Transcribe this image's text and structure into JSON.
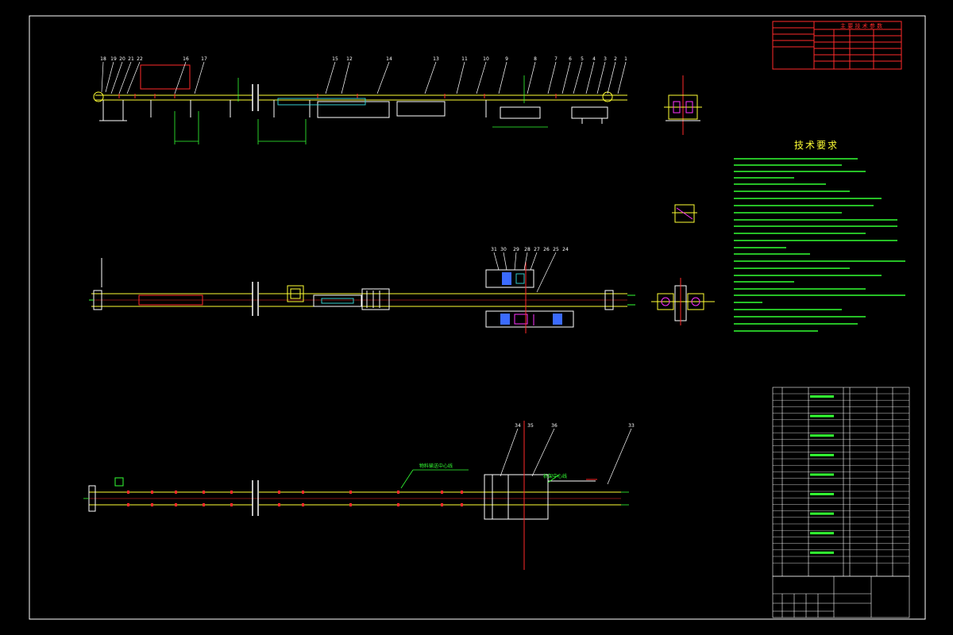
{
  "drawing": {
    "tech_title": "技术要求",
    "stamp_header": "主 要 技 术 参 数",
    "view_labels": {
      "label_a": "物料输送中心线",
      "label_b": "机架中心线"
    },
    "balloons_top": [
      "18",
      "19",
      "20",
      "21",
      "22",
      "16",
      "17",
      "15",
      "12",
      "14",
      "13",
      "11",
      "10",
      "9",
      "8",
      "7",
      "6",
      "5",
      "4",
      "3",
      "2",
      "1"
    ],
    "balloons_mid": [
      "31",
      "30",
      "29",
      "28",
      "27",
      "26",
      "25",
      "24"
    ],
    "balloons_bottom": [
      "34",
      "35",
      "36",
      "33"
    ],
    "colors": {
      "background": "#000000",
      "frame": "#ffffff",
      "primary": "#ffff33",
      "text": "#33ff33",
      "accent": "#ff2a2a",
      "blue": "#3b6bff",
      "cyan": "#33cccc",
      "magenta": "#ff33ff"
    }
  }
}
